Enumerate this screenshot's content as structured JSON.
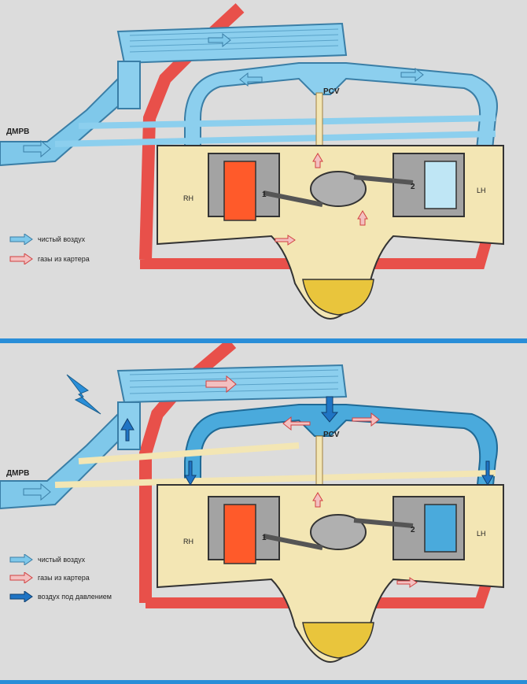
{
  "labels": {
    "sensor": "ДМРВ",
    "valve": "PCV",
    "bank_right": "RH",
    "bank_left": "LH",
    "cyl1": "1",
    "cyl2": "2"
  },
  "legend_top": {
    "clean_air": "чистый воздух",
    "crankcase_gases": "газы из картера"
  },
  "legend_bottom": {
    "clean_air": "чистый воздух",
    "crankcase_gases": "газы из картера",
    "pressurized_air": "воздух под давлением"
  },
  "colors": {
    "air_blue": "#7fc8ea",
    "air_outline": "#3a7ea6",
    "pipe_red": "#e8504a",
    "crankcase": "#f3e6b4",
    "oil": "#e9c53c",
    "piston_hot": "#ff5a2a",
    "piston_cool": "#bfe6f5",
    "pressure_arrow": "#1f74c4"
  }
}
